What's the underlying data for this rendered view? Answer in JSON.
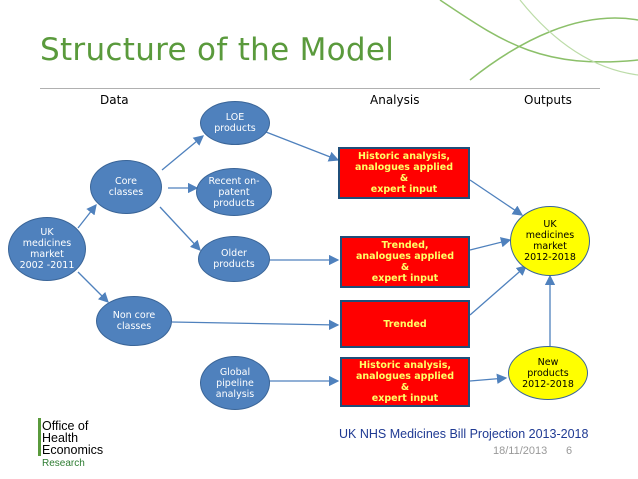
{
  "slide": {
    "title": "Structure of the Model",
    "columns": {
      "data": "Data",
      "analysis": "Analysis",
      "outputs": "Outputs"
    },
    "nodes": {
      "uk_market": "UK\nmedicines\nmarket\n2002 -2011",
      "core": "Core\nclasses",
      "non_core": "Non core\nclasses",
      "loe": "LOE\nproducts",
      "recent": "Recent on-\npatent\nproducts",
      "older": "Older\nproducts",
      "global": "Global\npipeline\nanalysis",
      "box1": "Historic analysis,\nanalogues applied\n&\nexpert input",
      "box2": "Trended,\nanalogues applied\n&\nexpert input",
      "box3": "Trended",
      "box4": "Historic analysis,\nanalogues applied\n&\nexpert input",
      "uk_out": "UK\nmedicines\nmarket\n2012-2018",
      "new_products": "New\nproducts\n2012-2018"
    },
    "footer": {
      "text": "UK NHS Medicines Bill Projection 2013-2018",
      "date": "18/11/2013",
      "page": "6"
    },
    "logo": {
      "lines": [
        "Office of",
        "Health",
        "Economics"
      ],
      "research": "Research"
    },
    "colors": {
      "title": "#5a9a3c",
      "circle": "#4f81bd",
      "box": "#ff0000",
      "output": "#ffff00",
      "arrow": "#4f81bd"
    }
  }
}
